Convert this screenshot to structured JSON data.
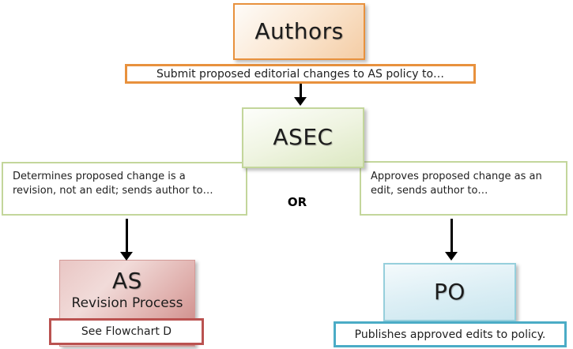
{
  "nodes": {
    "authors": {
      "title": "Authors"
    },
    "asec": {
      "title": "ASEC"
    },
    "as_revision": {
      "title": "AS",
      "subtitle": "Revision Process"
    },
    "po": {
      "title": "PO"
    }
  },
  "labels": {
    "submit": "Submit proposed editorial changes to AS policy to…",
    "revision_branch": "Determines proposed change is a revision, not an edit; sends author to…",
    "edit_branch": "Approves proposed change as an edit, sends author to…",
    "or": "OR",
    "see_flowchart": "See Flowchart D",
    "publishes": "Publishes approved edits to policy."
  },
  "colors": {
    "orange_border": "#E8913D",
    "green_border": "#C3D69B",
    "red_border": "#BA5250",
    "blue_border": "#4BACC6",
    "arrow_color": "#000000",
    "text_color": "#1F1F1F"
  }
}
